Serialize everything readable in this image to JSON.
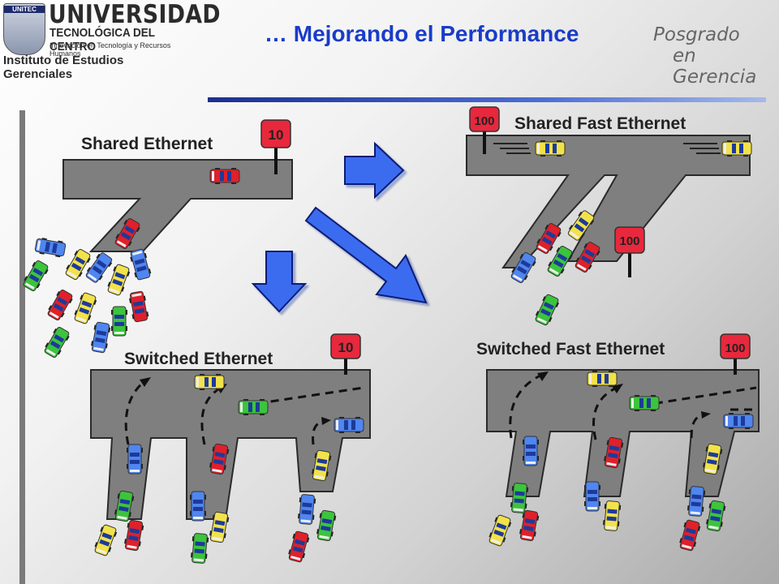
{
  "header": {
    "logo_tag": "UNITEC",
    "university": "UNIVERSIDAD",
    "university_sub": "TECNOLÓGICA DEL CENTRO",
    "university_small": "Innovación en Tecnología y Recursos Humanos",
    "institute": "Instituto de Estudios Gerenciales",
    "title": "… Mejorando el Performance",
    "posgrado_line1": "Posgrado",
    "posgrado_line2": "en Gerencia"
  },
  "panels": {
    "shared_ethernet": {
      "label": "Shared Ethernet",
      "speed": "10"
    },
    "shared_fast_ethernet": {
      "label": "Shared Fast Ethernet",
      "speed_top": "100",
      "speed_right": "100"
    },
    "switched_ethernet": {
      "label": "Switched Ethernet",
      "speed": "10"
    },
    "switched_fast_ethernet": {
      "label": "Switched Fast Ethernet",
      "speed": "100"
    }
  },
  "colors": {
    "title": "#1a3cc8",
    "road": "#7f7f7f",
    "sign": "#e8283c",
    "arrow": "#3a6cf0",
    "car_red": "#e0202a",
    "car_blue": "#4f86f0",
    "car_green": "#3cc43c",
    "car_yellow": "#f2e24a"
  }
}
